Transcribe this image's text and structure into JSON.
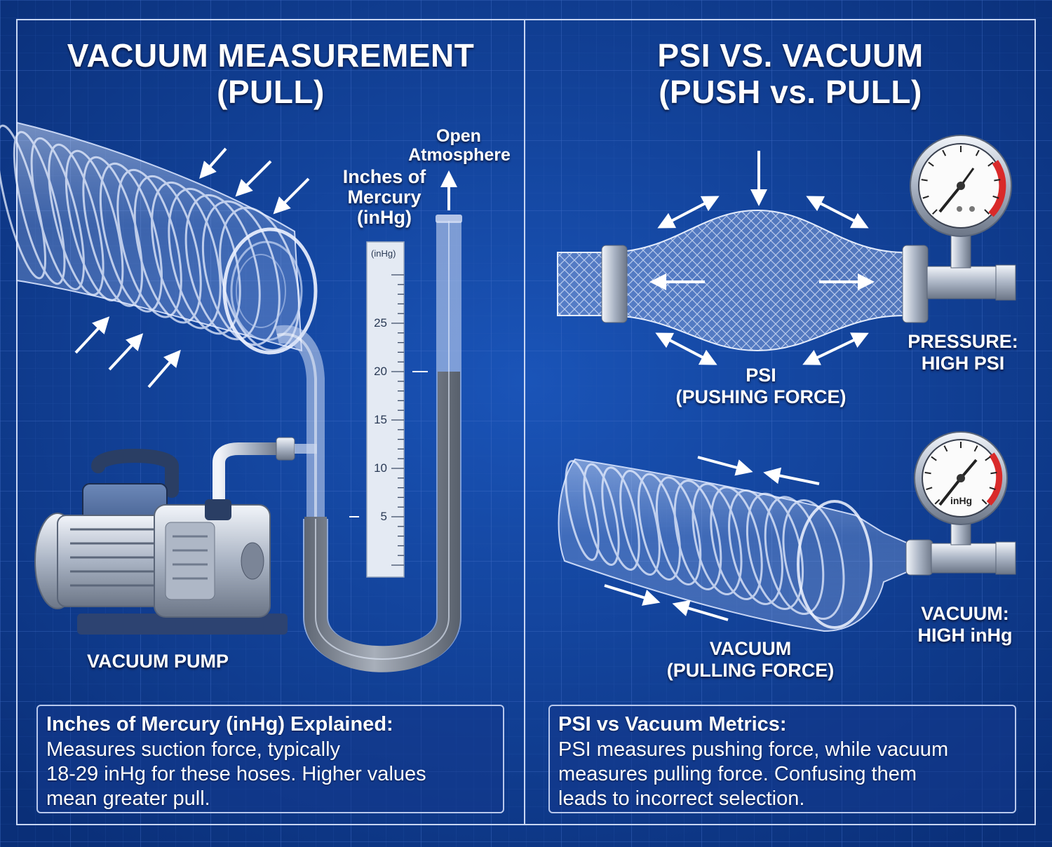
{
  "left_panel": {
    "title_line1": "VACUUM MEASUREMENT",
    "title_line2": "(PULL)",
    "open_atmosphere_line1": "Open",
    "open_atmosphere_line2": "Atmosphere",
    "inhg_label_line1": "Inches of",
    "inhg_label_line2": "Mercury",
    "inhg_label_line3": "(inHg)",
    "scale_unit": "(inHg)",
    "scale_ticks": [
      "25",
      "20",
      "15",
      "10",
      "5"
    ],
    "pump_label": "VACUUM PUMP",
    "info_heading": "Inches of Mercury (inHg) Explained:",
    "info_body_line1": "Measures suction force, typically",
    "info_body_line2": "18-29 inHg for these hoses. Higher values",
    "info_body_line3": "mean greater pull."
  },
  "right_panel": {
    "title_line1": "PSI VS. VACUUM",
    "title_line2": "(PUSH vs. PULL)",
    "psi_label_line1": "PSI",
    "psi_label_line2": "(PUSHING FORCE)",
    "pressure_label_line1": "PRESSURE:",
    "pressure_label_line2": "HIGH PSI",
    "gauge_unit": "inHg",
    "vacuum_label_line1": "VACUUM",
    "vacuum_label_line2": "(PULLING FORCE)",
    "vacuum_high_line1": "VACUUM:",
    "vacuum_high_line2": "HIGH inHg",
    "info_heading": "PSI vs Vacuum Metrics:",
    "info_body_line1": "PSI measures pushing force, while vacuum",
    "info_body_line2": "measures pulling force. Confusing them",
    "info_body_line3": "leads to incorrect selection."
  },
  "colors": {
    "background": "#0d3a8c",
    "grid": "#3d6bc4",
    "mercury": "#7d8592",
    "gauge_red": "#d92a2a"
  },
  "icons": [
    "arrow-icon",
    "pressure-gauge-icon",
    "vacuum-pump-icon"
  ]
}
